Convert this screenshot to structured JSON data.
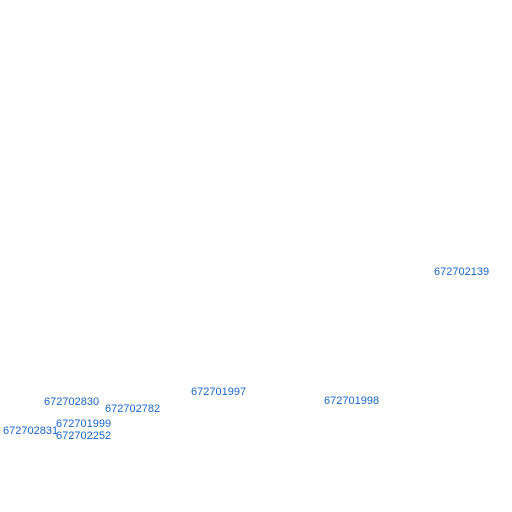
{
  "label_color": "#1a66c9",
  "background_color": "#ffffff",
  "nodes": [
    {
      "id": "672702139"
    },
    {
      "id": "672701997"
    },
    {
      "id": "672701998"
    },
    {
      "id": "672702830"
    },
    {
      "id": "672702782"
    },
    {
      "id": "672701999"
    },
    {
      "id": "672702831"
    },
    {
      "id": "672702252"
    }
  ]
}
